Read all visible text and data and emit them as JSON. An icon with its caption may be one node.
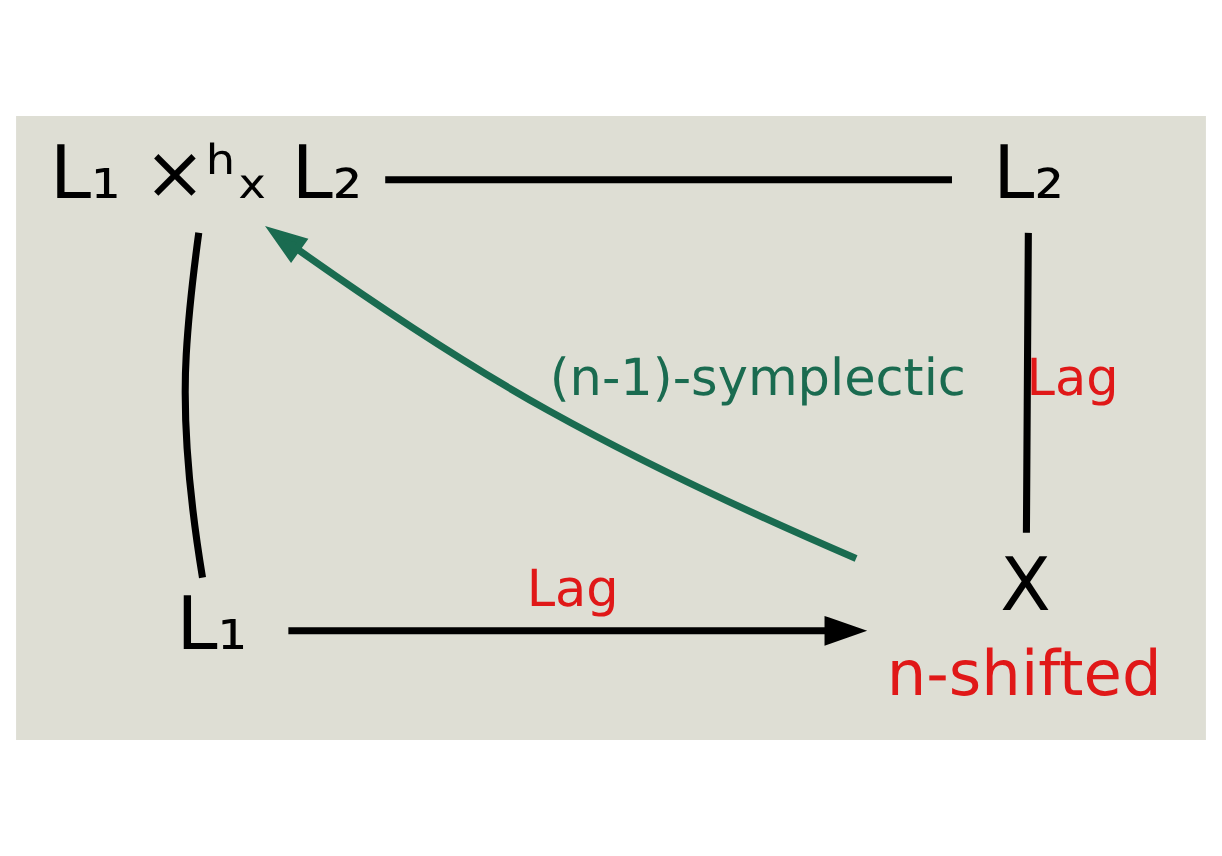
{
  "diagram": {
    "nodes": [
      {
        "text": [
          "L₁ ×ʰₓ L₂"
        ]
      },
      {
        "text": [
          "L₂"
        ]
      },
      {
        "text": [
          "L₁"
        ]
      },
      {
        "text": [
          "X"
        ],
        "beside": [
          "n-shifted"
        ]
      }
    ],
    "edges": [
      {
        "from": 0,
        "to": 1,
        "arrow": "none"
      },
      {
        "from": 0,
        "to": 2,
        "arrow": "none"
      },
      {
        "from": 1,
        "to": 3,
        "arrow": "none",
        "label": "Lag"
      },
      {
        "from": 2,
        "to": 3,
        "arrow": "to",
        "label": "Lag"
      },
      {
        "from": 3,
        "to": 0,
        "arrow": "to",
        "label": "(n-1)-symplectic",
        "color": "#1a6b50"
      }
    ]
  }
}
